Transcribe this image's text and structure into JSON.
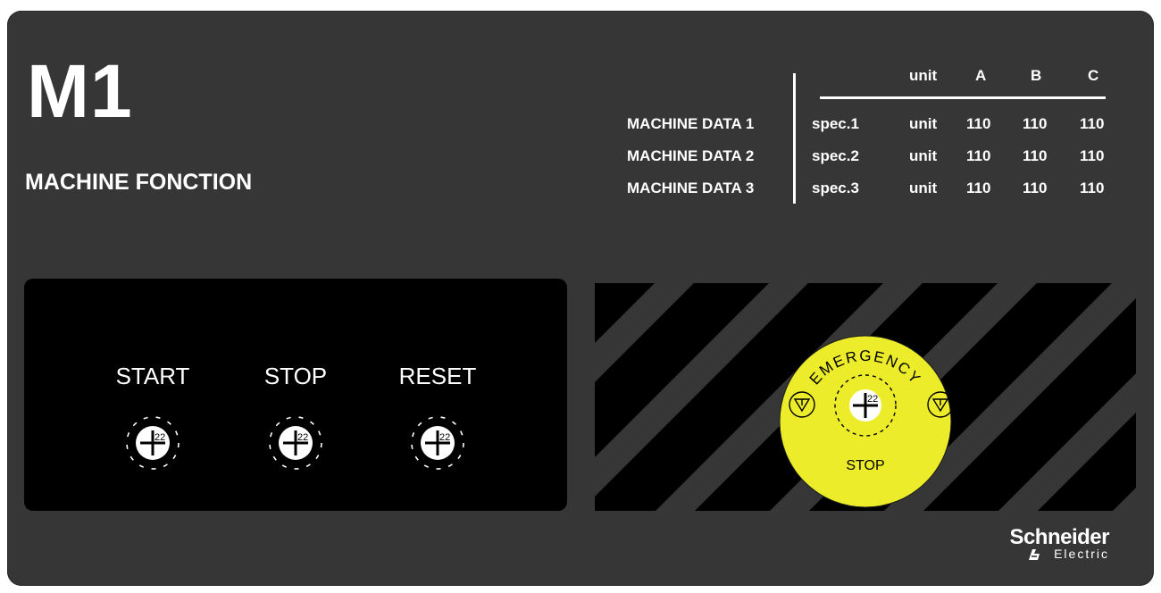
{
  "panel": {
    "title": "M1",
    "subtitle": "MACHINE FONCTION"
  },
  "machine_table": {
    "headers": [
      "unit",
      "A",
      "B",
      "C"
    ],
    "rows": [
      {
        "label": "MACHINE DATA 1",
        "spec": "spec.1",
        "unit": "unit",
        "a": "110",
        "b": "110",
        "c": "110"
      },
      {
        "label": "MACHINE DATA 2",
        "spec": "spec.2",
        "unit": "unit",
        "a": "110",
        "b": "110",
        "c": "110"
      },
      {
        "label": "MACHINE DATA 3",
        "spec": "spec.3",
        "unit": "unit",
        "a": "110",
        "b": "110",
        "c": "110"
      }
    ]
  },
  "controls": [
    {
      "label": "START",
      "mount_size": "22"
    },
    {
      "label": "STOP",
      "mount_size": "22"
    },
    {
      "label": "RESET",
      "mount_size": "22"
    }
  ],
  "emergency": {
    "top_text": "EMERGENCY",
    "bottom_text": "STOP",
    "mount_size": "22",
    "color": "#ecec2a",
    "left_icon": "push-stop-icon",
    "right_icon": "push-stop-icon"
  },
  "brand": {
    "name": "Schneider",
    "sub": "Electric",
    "icon": "schneider-logo-icon"
  },
  "colors": {
    "panel": "#363636",
    "control_box": "#000000",
    "hazard_stripe": "#000000",
    "text": "#ffffff"
  }
}
